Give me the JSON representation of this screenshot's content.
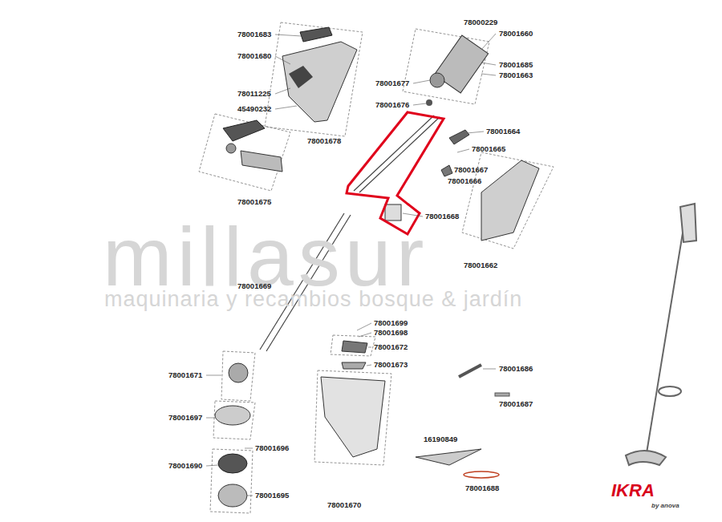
{
  "diagram": {
    "labels": [
      "millasur",
      "maquinaria y recambios bosque & jardín",
      "78001683",
      "78001680",
      "78011225",
      "45490232",
      "78001678",
      "78001675",
      "78000229",
      "78001660",
      "78001685",
      "78001663",
      "78001677",
      "78001676",
      "78001664",
      "78001665",
      "78001667",
      "78001666",
      "78001668",
      "78001662",
      "78001669",
      "78001699",
      "78001698",
      "78001672",
      "78001673",
      "78001686",
      "78001687",
      "78001671",
      "78001697",
      "78001696",
      "16190849",
      "78001690",
      "78001688",
      "78001695",
      "78001670",
      "IKRA",
      "by anova"
    ]
  }
}
